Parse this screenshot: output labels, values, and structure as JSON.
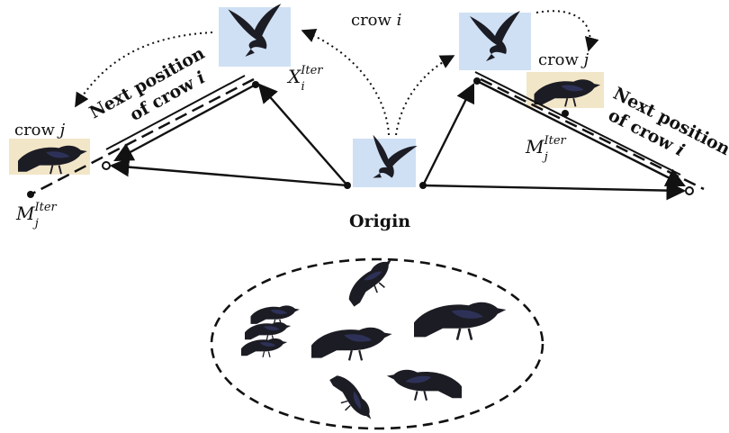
{
  "labels": {
    "crow_i_top": "crow",
    "crow_i_top_var": "i",
    "crow_j_left": "crow",
    "crow_j_left_var": "j",
    "crow_j_right": "crow",
    "crow_j_right_var": "j",
    "next_pos_left_line1": "Next position",
    "next_pos_left_line2": "of crow",
    "next_pos_left_var": "i",
    "next_pos_right_line1": "Next position",
    "next_pos_right_line2": "of crow",
    "next_pos_right_var": "i",
    "x_i_iter_base": "X",
    "x_i_iter_sub": "i",
    "x_i_iter_sup": "Iter",
    "m_j_iter_right_base": "M",
    "m_j_iter_right_sub": "j",
    "m_j_iter_right_sup": "Iter",
    "m_j_iter_left_base": "M",
    "m_j_iter_left_sub": "j",
    "m_j_iter_left_sup": "Iter",
    "origin": "Origin"
  },
  "colors": {
    "line": "#111111",
    "crow_body": "#1c1c24",
    "crow_sheen": "#3a3f7a",
    "photo_bg_sky": "#cfe0f4",
    "photo_bg_snow": "#f2e6c8"
  }
}
